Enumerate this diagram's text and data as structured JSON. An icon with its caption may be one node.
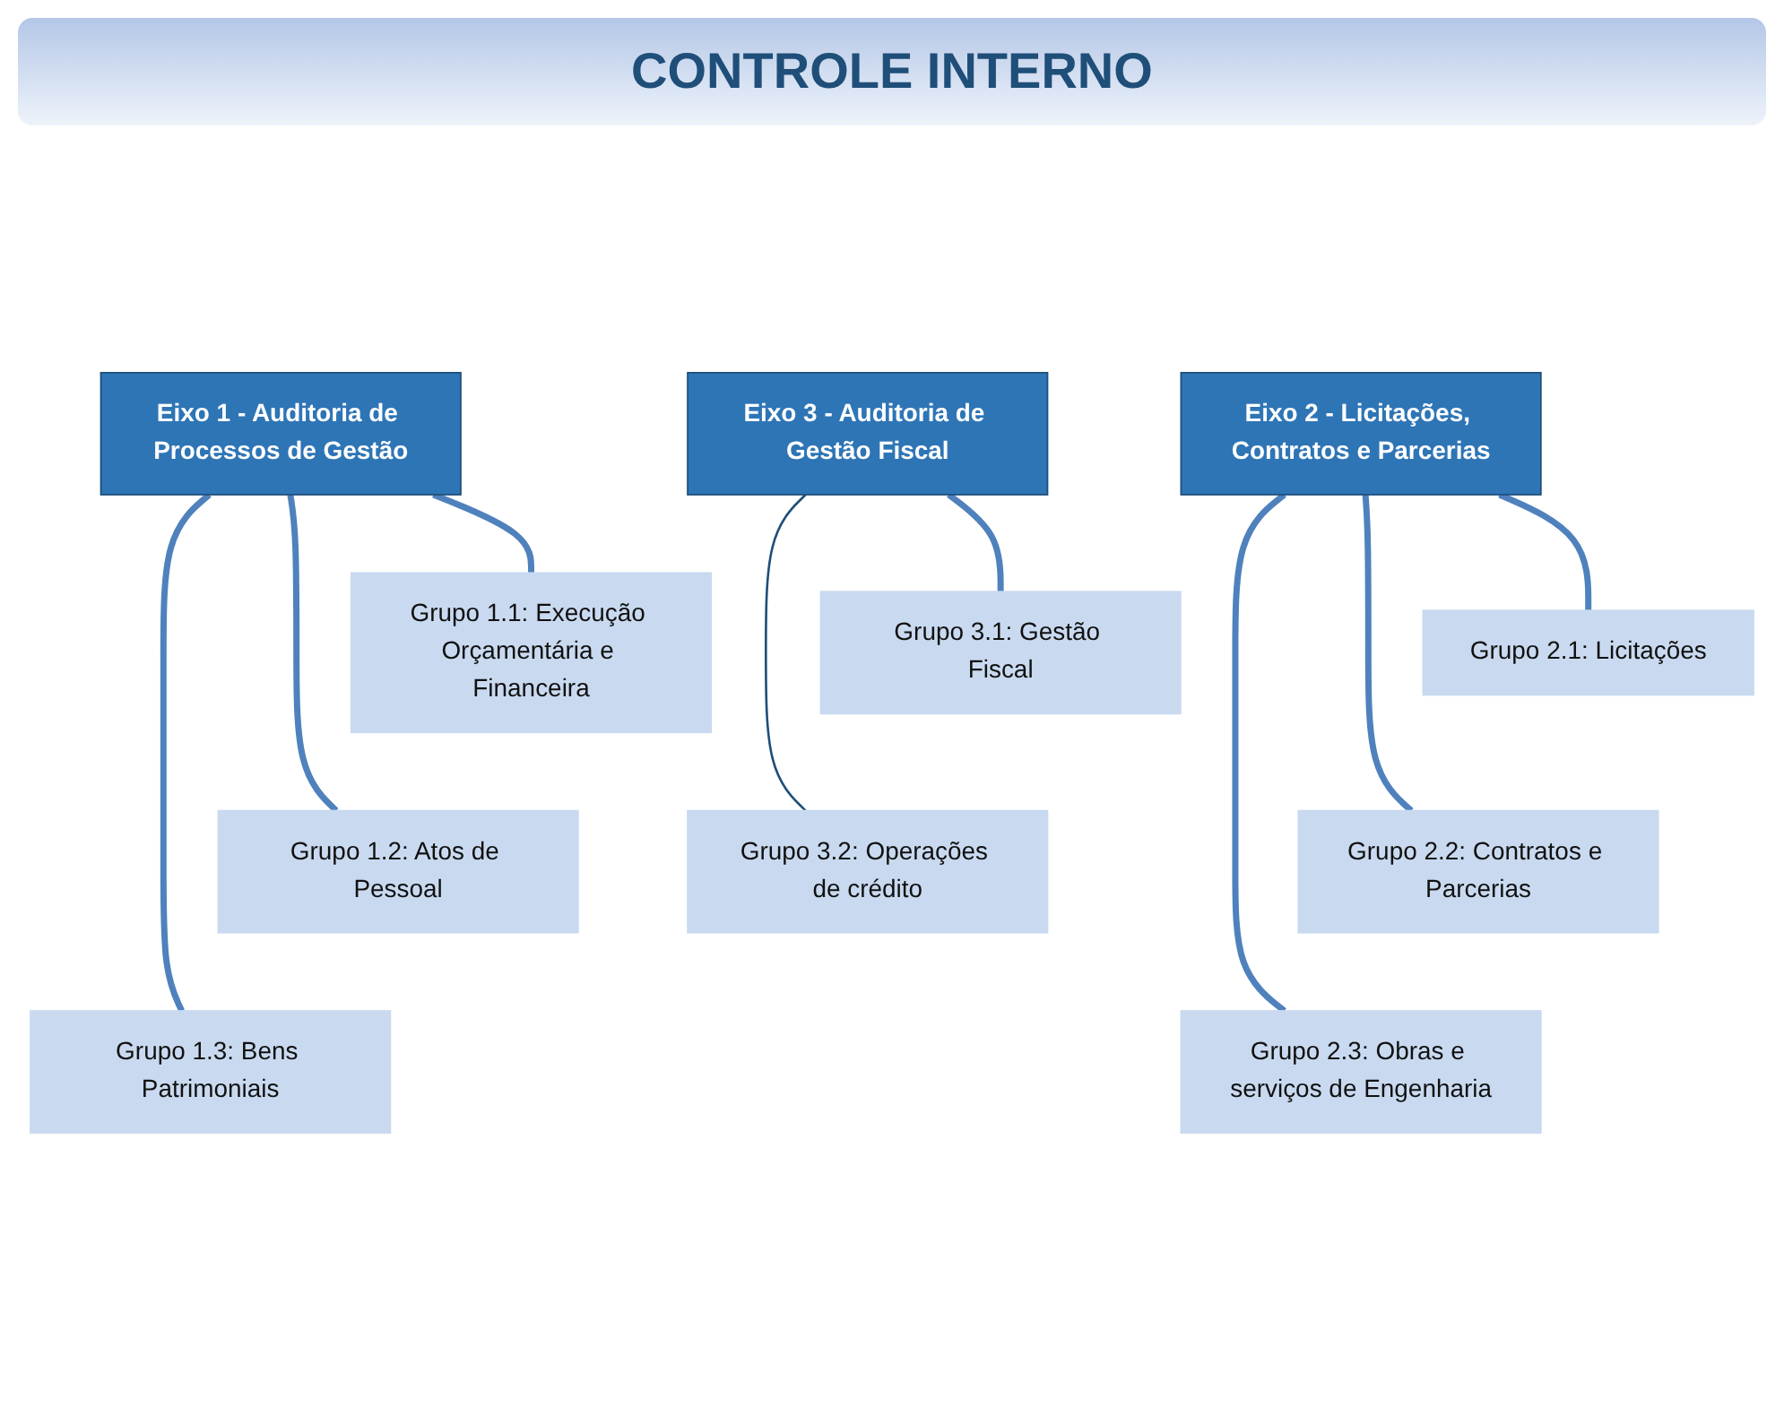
{
  "diagram": {
    "title": "CONTROLE INTERNO",
    "nodes": [
      {
        "text": [
          "Eixo 1 - Auditoria de Processos de Gestão"
        ]
      },
      {
        "text": [
          "Grupo 1.1: Execução Orçamentária e Financeira"
        ]
      },
      {
        "text": [
          "Grupo 1.2: Atos de Pessoal"
        ]
      },
      {
        "text": [
          "Grupo 1.3: Bens Patrimoniais"
        ]
      },
      {
        "text": [
          "Eixo 2 - Licitações, Contratos e Parcerias"
        ]
      },
      {
        "text": [
          "Grupo 2.1: Licitações"
        ]
      },
      {
        "text": [
          "Grupo 2.2: Contratos e Parcerias"
        ]
      },
      {
        "text": [
          "Grupo 2.3: Obras e serviços de Engenharia"
        ]
      },
      {
        "text": [
          "Eixo 3 - Auditoria de Gestão Fiscal"
        ]
      },
      {
        "text": [
          "Grupo 3.1: Gestão Fiscal"
        ]
      },
      {
        "text": [
          "Grupo 3.2: Operações de crédito"
        ]
      }
    ],
    "edges": [
      {
        "from": 0,
        "to": 1,
        "arrow": "none"
      },
      {
        "from": 0,
        "to": 2,
        "arrow": "none"
      },
      {
        "from": 0,
        "to": 3,
        "arrow": "none"
      },
      {
        "from": 4,
        "to": 5,
        "arrow": "none"
      },
      {
        "from": 4,
        "to": 6,
        "arrow": "none"
      },
      {
        "from": 4,
        "to": 7,
        "arrow": "none"
      },
      {
        "from": 8,
        "to": 9,
        "arrow": "none"
      },
      {
        "from": 8,
        "to": 10,
        "arrow": "none",
        "color": "#1f4e79"
      }
    ]
  }
}
